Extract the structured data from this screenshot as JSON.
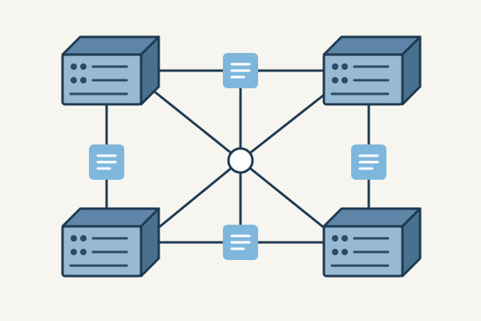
{
  "diagram": {
    "type": "network-topology",
    "nodes": [
      {
        "id": "server-top-left",
        "kind": "server",
        "icon": "server-icon"
      },
      {
        "id": "server-top-right",
        "kind": "server",
        "icon": "server-icon"
      },
      {
        "id": "server-bottom-left",
        "kind": "server",
        "icon": "server-icon"
      },
      {
        "id": "server-bottom-right",
        "kind": "server",
        "icon": "server-icon"
      },
      {
        "id": "central-hub",
        "kind": "hub",
        "icon": "hub-circle-icon"
      }
    ],
    "links": [
      {
        "from": "server-top-left",
        "to": "server-top-right",
        "label_icon": "document-icon"
      },
      {
        "from": "server-bottom-left",
        "to": "server-bottom-right",
        "label_icon": "document-icon"
      },
      {
        "from": "server-top-left",
        "to": "server-bottom-left",
        "label_icon": "document-icon"
      },
      {
        "from": "server-top-right",
        "to": "server-bottom-right",
        "label_icon": "document-icon"
      },
      {
        "from": "server-top-left",
        "to": "central-hub"
      },
      {
        "from": "server-top-right",
        "to": "central-hub"
      },
      {
        "from": "server-bottom-left",
        "to": "central-hub"
      },
      {
        "from": "server-bottom-right",
        "to": "central-hub"
      }
    ],
    "colors": {
      "background": "#f7f5ef",
      "outline": "#1f3a52",
      "server_front": "#98b9d3",
      "server_top": "#5f86a8",
      "server_side": "#48708f",
      "server_details": "#2b4a66",
      "document_fill": "#7fb7dc",
      "document_lines": "#ffffff",
      "hub_fill": "#ffffff"
    }
  }
}
